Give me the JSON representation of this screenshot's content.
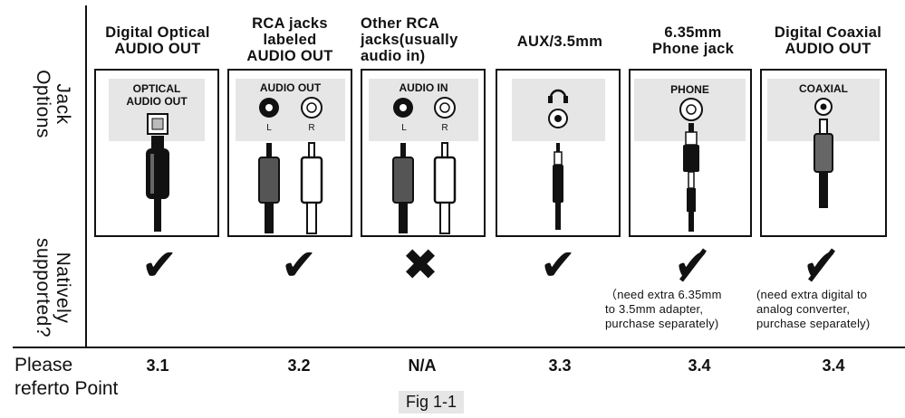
{
  "row_labels": {
    "options": "Jack\nOptions",
    "supported": "Natively\nsupported?",
    "refer": "Please\nreferto Point"
  },
  "columns": [
    {
      "heading": "Digital Optical\nAUDIO OUT",
      "panel_label": "OPTICAL\nAUDIO OUT",
      "mark": "check",
      "note": "",
      "ref": "3.1"
    },
    {
      "heading": "RCA jacks\nlabeled\nAUDIO OUT",
      "panel_label": "AUDIO OUT",
      "jack_l": "L",
      "jack_r": "R",
      "mark": "check",
      "note": "",
      "ref": "3.2"
    },
    {
      "heading": "Other RCA\njacks(usually\naudio in)",
      "panel_label": "AUDIO IN",
      "jack_l": "L",
      "jack_r": "R",
      "mark": "cross",
      "note": "",
      "ref": "N/A"
    },
    {
      "heading": "AUX/3.5mm",
      "panel_label": "",
      "mark": "check",
      "note": "",
      "ref": "3.3"
    },
    {
      "heading": "6.35mm\nPhone jack",
      "panel_label": "PHONE",
      "mark": "check-crossed",
      "note": "（need extra 6.35mm\nto 3.5mm adapter,\npurchase separately)",
      "ref": "3.4"
    },
    {
      "heading": "Digital Coaxial\nAUDIO OUT",
      "panel_label": "COAXIAL",
      "mark": "check-crossed",
      "note": "(need extra digital to\nanalog converter,\npurchase separately)",
      "ref": "3.4"
    }
  ],
  "marks": {
    "check": "✔",
    "cross": "✖"
  },
  "icons": {
    "aux": "headphones-icon"
  },
  "figure_caption": "Fig 1-1"
}
